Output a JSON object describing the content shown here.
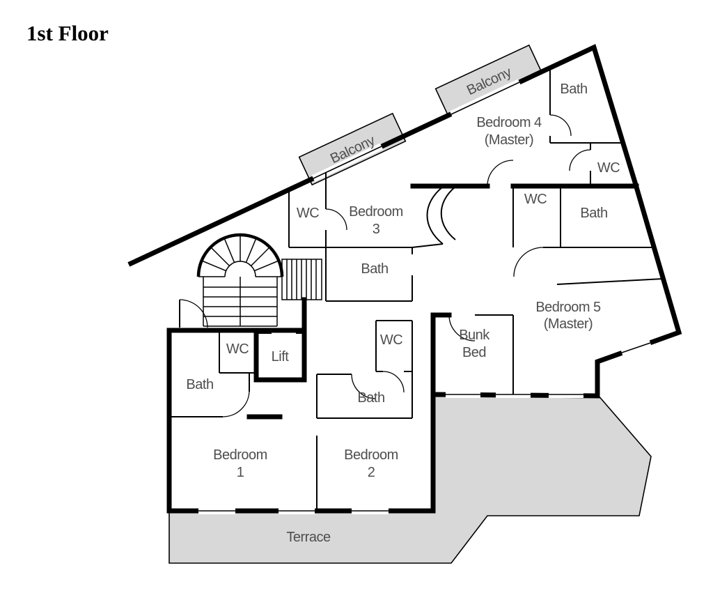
{
  "title": "1st Floor",
  "colors": {
    "wall": "#000000",
    "shaded_area_fill": "#d8d8d8",
    "label_text": "#4e4e4e",
    "background": "#ffffff"
  },
  "labels": {
    "balcony_left": "Balcony",
    "balcony_right": "Balcony",
    "bath_top": "Bath",
    "bedroom4_line1": "Bedroom 4",
    "bedroom4_line2": "(Master)",
    "wc_top_right": "WC",
    "wc_bedroom3": "WC",
    "bedroom3_line1": "Bedroom",
    "bedroom3_line2": "3",
    "wc_right": "WC",
    "bath_right": "Bath",
    "bath_bedroom3": "Bath",
    "bedroom5_line1": "Bedroom 5",
    "bedroom5_line2": "(Master)",
    "wc_left": "WC",
    "lift": "Lift",
    "wc_middle": "WC",
    "bunk_line1": "Bunk",
    "bunk_line2": "Bed",
    "bath_left": "Bath",
    "bath_middle": "Bath",
    "bedroom1_line1": "Bedroom",
    "bedroom1_line2": "1",
    "bedroom2_line1": "Bedroom",
    "bedroom2_line2": "2",
    "terrace": "Terrace"
  }
}
